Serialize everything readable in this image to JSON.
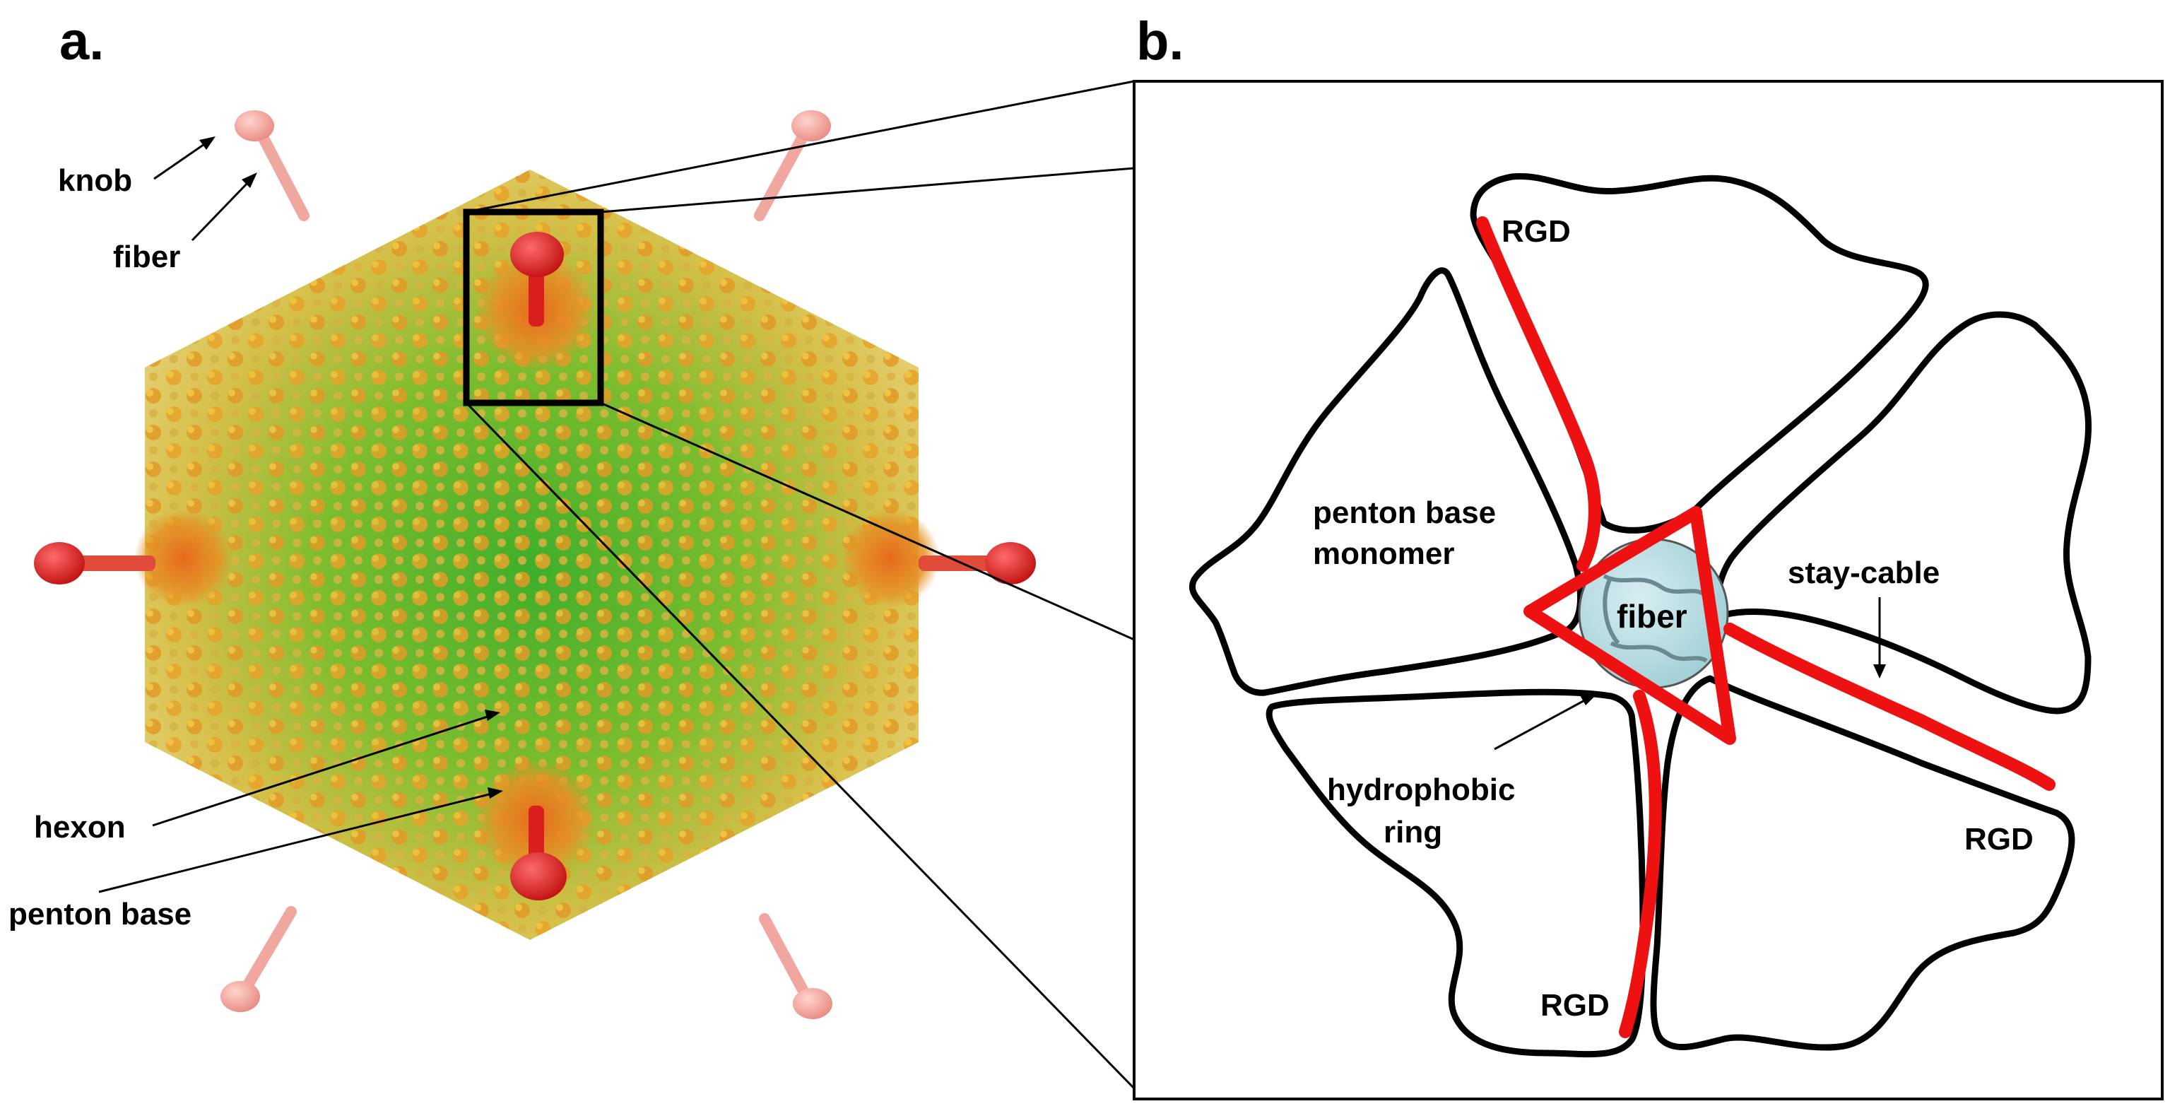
{
  "panels": {
    "a": {
      "letter": "a."
    },
    "b": {
      "letter": "b."
    }
  },
  "panel_a": {
    "labels": {
      "knob": "knob",
      "fiber": "fiber",
      "hexon": "hexon",
      "penton_base": "penton base"
    }
  },
  "panel_b": {
    "labels": {
      "rgd_top": "RGD",
      "rgd_right": "RGD",
      "rgd_bottom": "RGD",
      "penton_line1": "penton base",
      "penton_line2": "monomer",
      "fiber_center": "fiber",
      "stay_cable": "stay-cable",
      "hydro_line1": "hydrophobic",
      "hydro_line2": "ring"
    }
  },
  "colors": {
    "capsid_yellow": "#e3c14a",
    "capsid_green": "#39a82a",
    "hexon_orange": "#e08a1e",
    "penton_red": "#d81e1e",
    "fiber_pink": "#f0a7a0",
    "stay_cable_red": "#ee1111",
    "fiber_disc": "#b7dde2"
  }
}
